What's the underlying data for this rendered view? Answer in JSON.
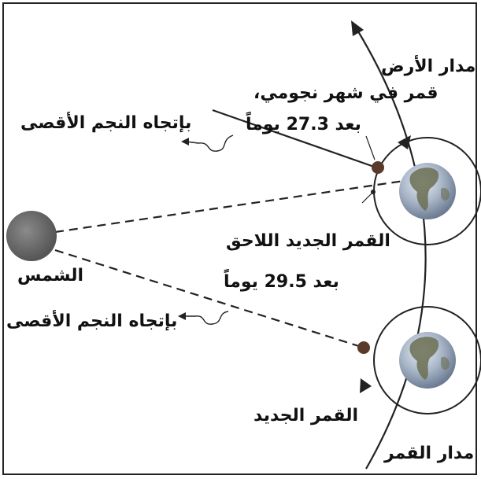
{
  "labels": {
    "earth_orbit": "مدار الأرض",
    "sidereal_line1": "قمر في شهر نجومي،",
    "sidereal_line2": "بعد 27.3 يوماً",
    "distant_star_top": "بإتجاه النجم الأقصى",
    "next_new_moon_line1": "القمر الجديد اللاحق",
    "next_new_moon_line2": "بعد 29.5 يوماً",
    "sun": "الشمس",
    "distant_star_bottom": "بإتجاه النجم الأقصى",
    "new_moon": "القمر الجديد",
    "moon_orbit": "مدار القمر"
  },
  "colors": {
    "sun": "#6f6f6f",
    "moon": "#5a3a2a",
    "earth_ocean": "#8fa0b8",
    "earth_land": "#6b6e52",
    "line": "#222222"
  }
}
